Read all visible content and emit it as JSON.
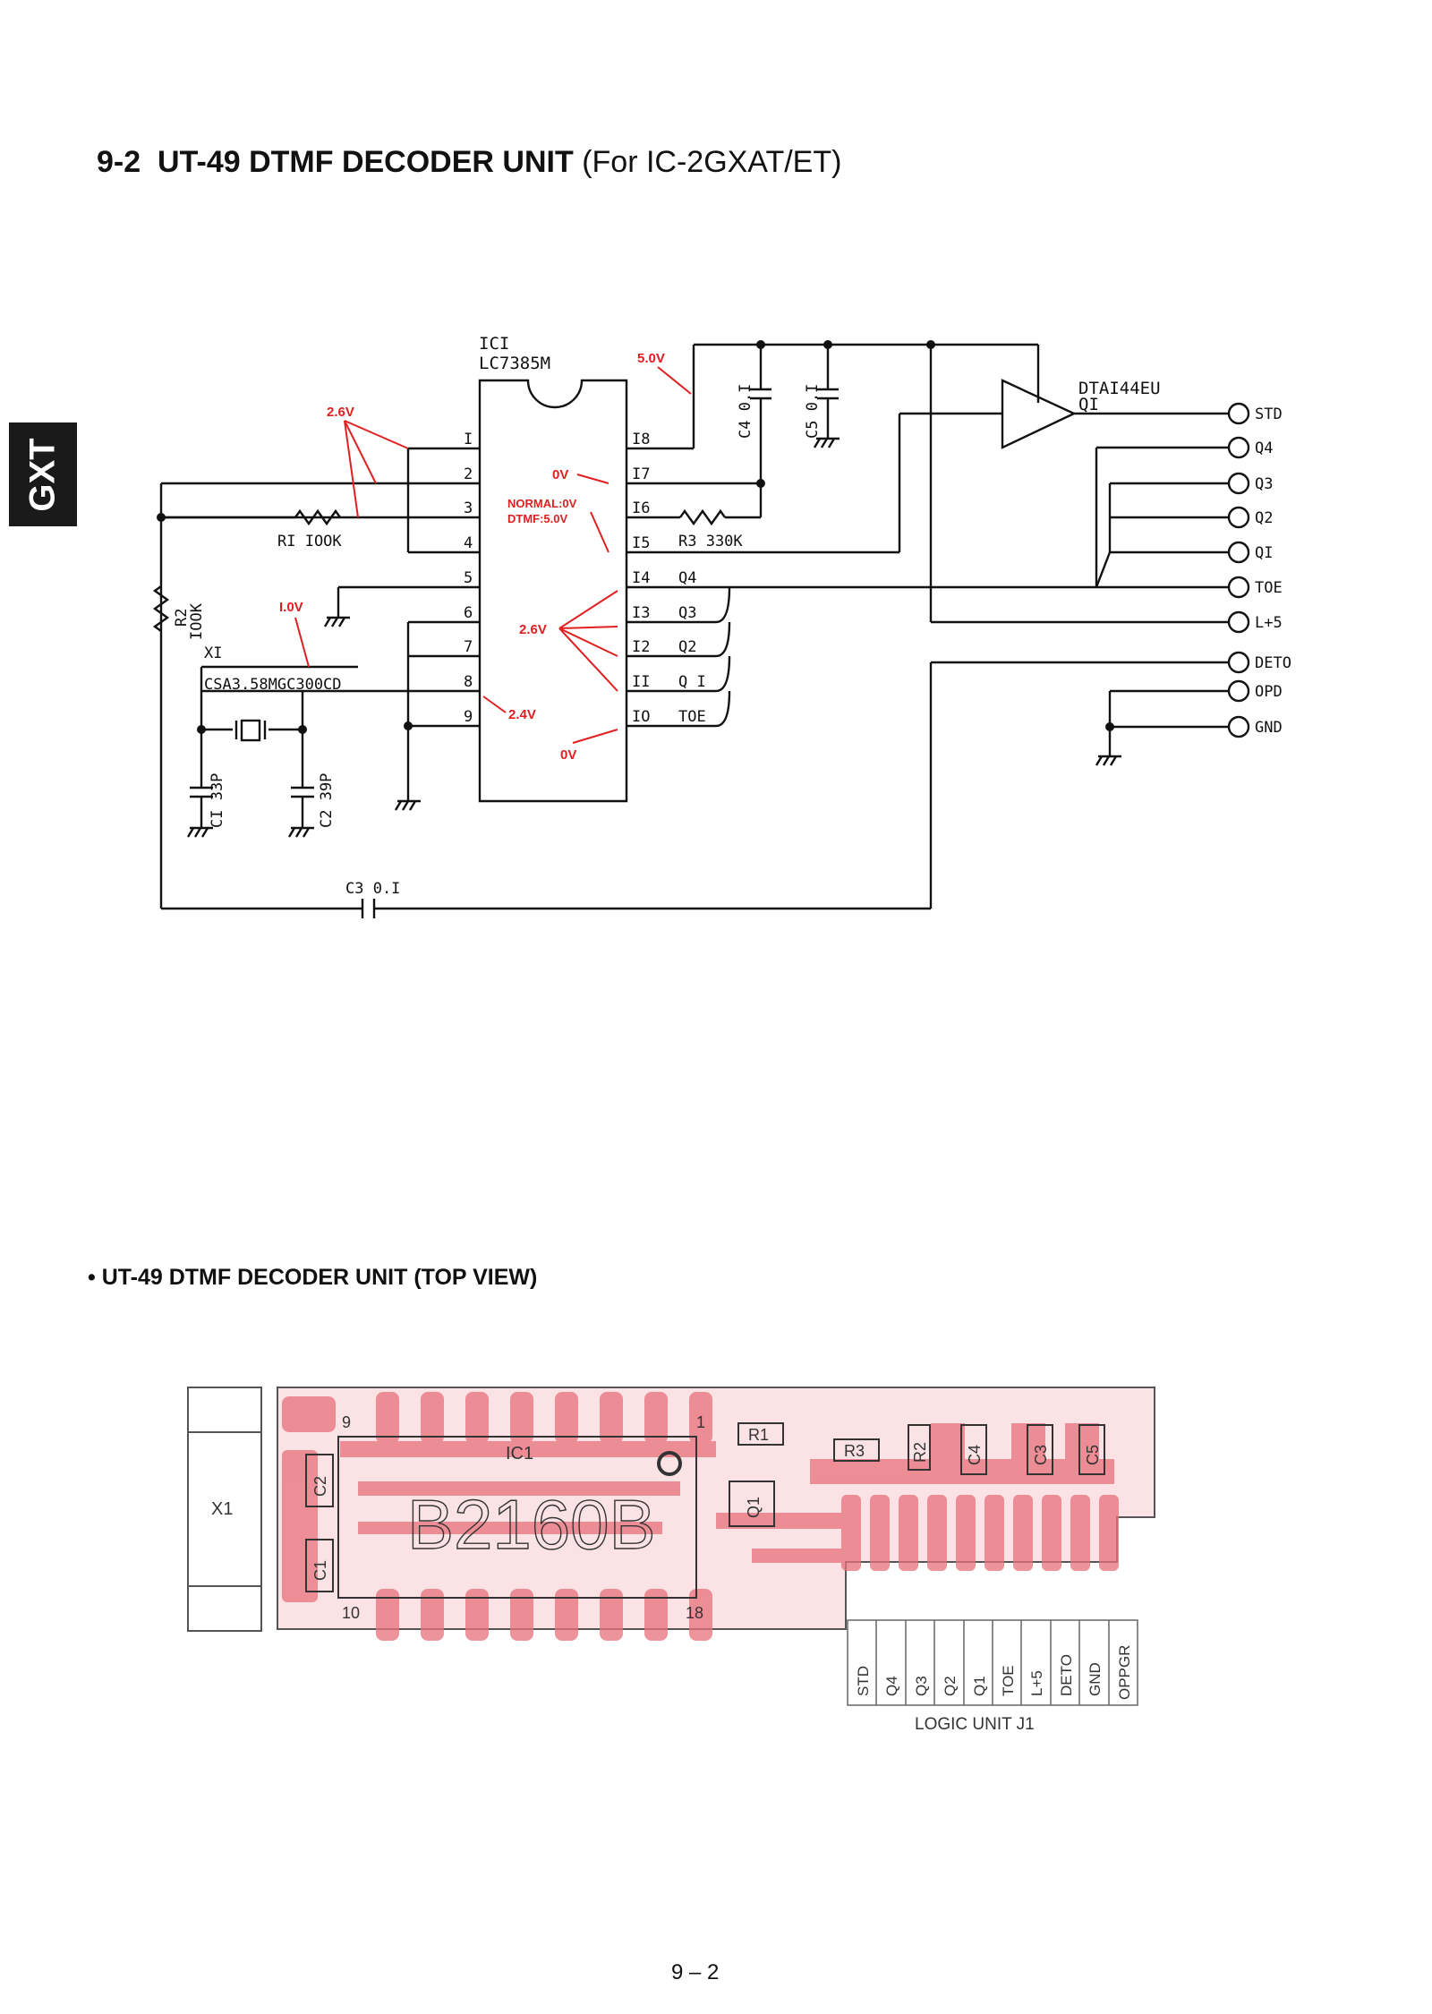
{
  "side_tab": "GXT",
  "title": {
    "number": "9-2",
    "main": "UT-49 DTMF DECODER UNIT",
    "sub": "(For IC-2GXAT/ET)"
  },
  "subtitle": "• UT-49 DTMF DECODER UNIT (TOP VIEW)",
  "page_number": "9 – 2",
  "schematic": {
    "ic1_ref": "ICI",
    "ic1_part": "LC7385M",
    "q1_ref": "QI",
    "q1_part": "DTAI44EU",
    "pins_left": [
      "I",
      "2",
      "3",
      "4",
      "5",
      "6",
      "7",
      "8",
      "9"
    ],
    "pins_right": [
      "I8",
      "I7",
      "I6",
      "I5",
      "I4",
      "I3",
      "I2",
      "II",
      "IO"
    ],
    "pin_signals": {
      "q4": "Q4",
      "q3": "Q3",
      "q2": "Q2",
      "q1": "Q I",
      "toe": "TOE"
    },
    "r1": "RI  IOOK",
    "r2_ref": "R2",
    "r2_val": "IOOK",
    "r3": "R3  330K",
    "x1_ref": "XI",
    "x1_part": "CSA3.58MGC300CD",
    "c1": "CI  33P",
    "c2": "C2  39P",
    "c3": "C3  0.I",
    "c4": "C4  0.I",
    "c5": "C5  0.I",
    "connectors": [
      "STD",
      "Q4",
      "Q3",
      "Q2",
      "QI",
      "TOE",
      "L+5",
      "DETO",
      "OPD",
      "GND"
    ],
    "voltages": {
      "v_2_6_left": "2.6V",
      "v_5_0": "5.0V",
      "v_0_pin17": "0V",
      "v_normal": "NORMAL:0V",
      "v_dtmf": "DTMF:5.0V",
      "v_1_0": "I.0V",
      "v_2_6_right": "2.6V",
      "v_2_4": "2.4V",
      "v_0_pin10": "0V"
    },
    "voltage_color": "#e02020"
  },
  "pcb": {
    "x1_label": "X1",
    "ic1_label": "IC1",
    "ic1_marking": "B2160B",
    "pin9": "9",
    "pin1": "1",
    "pin10": "10",
    "pin18": "18",
    "parts": [
      "R1",
      "R3",
      "R2",
      "C4",
      "C3",
      "C5",
      "C2",
      "C1",
      "Q1"
    ],
    "connector_labels": [
      "STD",
      "Q4",
      "Q3",
      "Q2",
      "Q1",
      "TOE",
      "L+5",
      "DETO",
      "GND",
      "OPPGR"
    ],
    "connector_caption": "LOGIC UNIT J1",
    "trace_color": "#e8707a"
  }
}
